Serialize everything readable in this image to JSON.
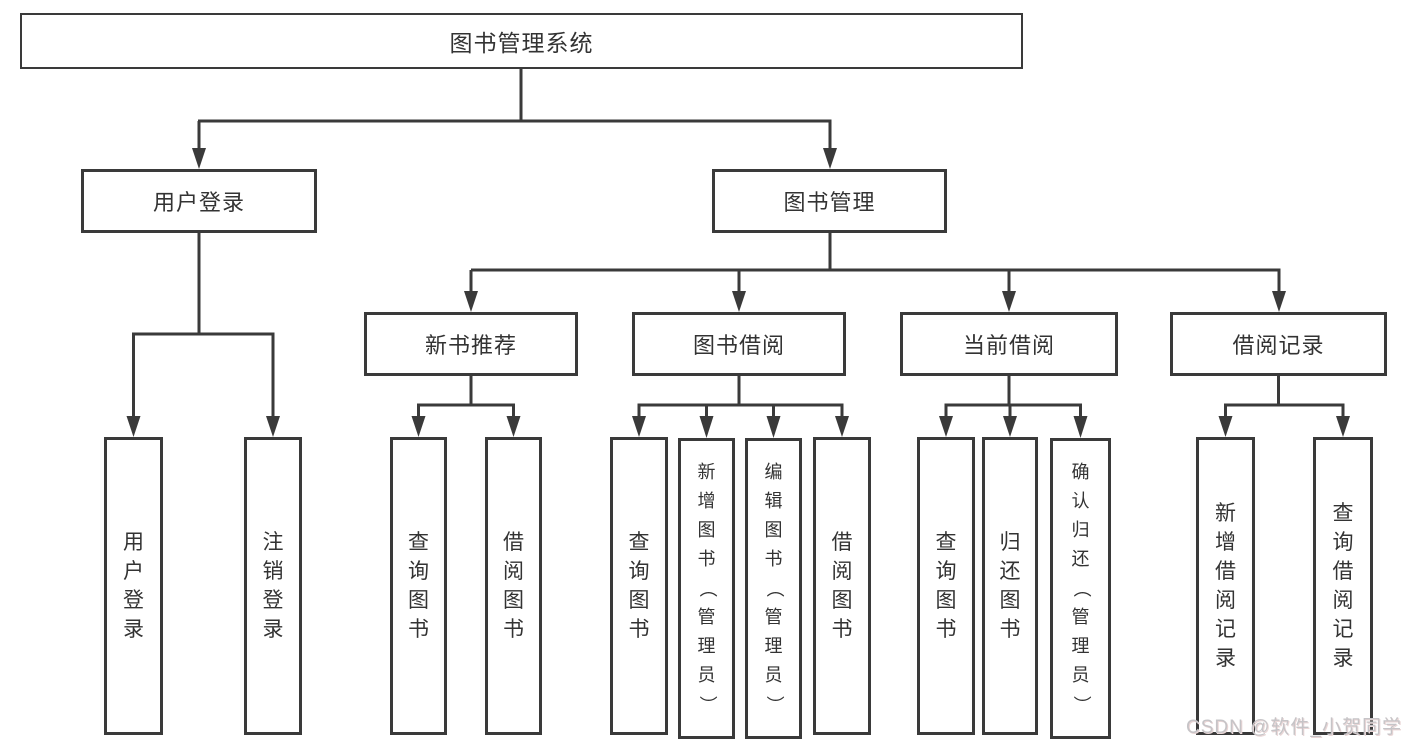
{
  "nodes": {
    "root": {
      "label": "图书管理系统"
    },
    "user_login": {
      "label": "用户登录"
    },
    "book_management": {
      "label": "图书管理"
    },
    "new_books": {
      "label": "新书推荐"
    },
    "book_borrow": {
      "label": "图书借阅"
    },
    "current_borrow": {
      "label": "当前借阅"
    },
    "borrow_records": {
      "label": "借阅记录"
    },
    "leaves": {
      "user": [
        {
          "label": "用户登录"
        },
        {
          "label": "注销登录"
        }
      ],
      "new_books": [
        {
          "label": "查询图书"
        },
        {
          "label": "借阅图书"
        }
      ],
      "book_borrow": [
        {
          "label": "查询图书"
        },
        {
          "label": "新增图书（管理员）"
        },
        {
          "label": "编辑图书（管理员）"
        },
        {
          "label": "借阅图书"
        }
      ],
      "current_borrow": [
        {
          "label": "查询图书"
        },
        {
          "label": "归还图书"
        },
        {
          "label": "确认归还（管理员）"
        }
      ],
      "borrow_records": [
        {
          "label": "新增借阅记录"
        },
        {
          "label": "查询借阅记录"
        }
      ]
    }
  },
  "watermark": {
    "text": "CSDN @软件_小贺同学"
  },
  "colors": {
    "line": "#3a3a3a",
    "text": "#333333",
    "box_bg": "#ffffff",
    "watermark": "#c6c4c7"
  }
}
